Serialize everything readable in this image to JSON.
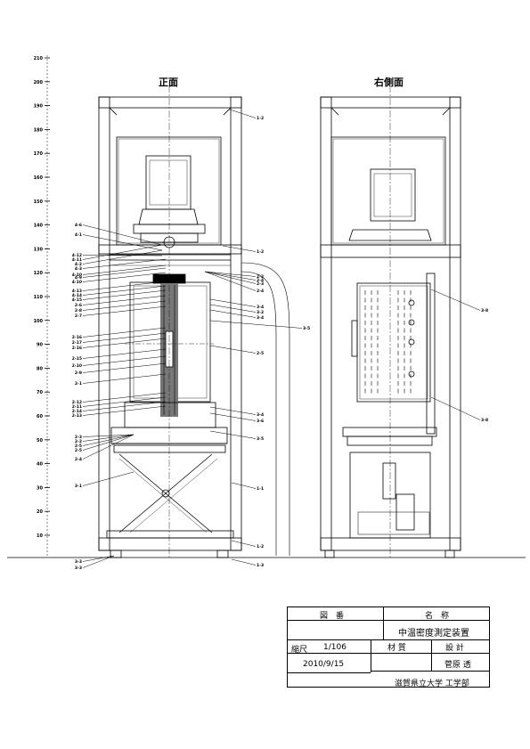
{
  "views": {
    "front_title": "正面",
    "side_title": "右側面"
  },
  "scale_labels": [
    "10",
    "20",
    "30",
    "40",
    "50",
    "60",
    "70",
    "80",
    "90",
    "100",
    "110",
    "120",
    "130",
    "140",
    "150",
    "160",
    "170",
    "180",
    "190",
    "200",
    "210"
  ],
  "callouts": {
    "left": [
      "4-6",
      "4-1",
      "4-12",
      "4-11",
      "4-2",
      "4-3",
      "4-10",
      "4-9",
      "4-10",
      "4-13",
      "4-14",
      "4-15",
      "2-6",
      "2-8",
      "2-7",
      "2-16",
      "2-17",
      "2-16",
      "2-15",
      "2-10",
      "2-9",
      "2-1",
      "2-12",
      "2-11",
      "2-14",
      "2-13",
      "2-3",
      "2-2",
      "2-5",
      "2-5",
      "2-4",
      "3-1",
      "3-3",
      "3-3"
    ],
    "right": [
      "1-2",
      "1-2",
      "2-2",
      "2-4",
      "2-3",
      "2-4",
      "3-4",
      "3-2",
      "3-4",
      "2-5",
      "3-5",
      "3-4",
      "3-6",
      "3-5",
      "1-1",
      "1-2",
      "1-3"
    ],
    "side": [
      "3-8",
      "3-8"
    ]
  },
  "title_block": {
    "drawing_number_label": "図　番",
    "name_label": "名　称",
    "name_value": "中温密度測定装置",
    "scale_label": "縮尺",
    "scale_value": "1/106",
    "material_label": "材 質",
    "design_label": "設 計",
    "date": "2010/9/15",
    "designer": "菅原 透",
    "organization": "滋賀県立大学 工学部"
  }
}
